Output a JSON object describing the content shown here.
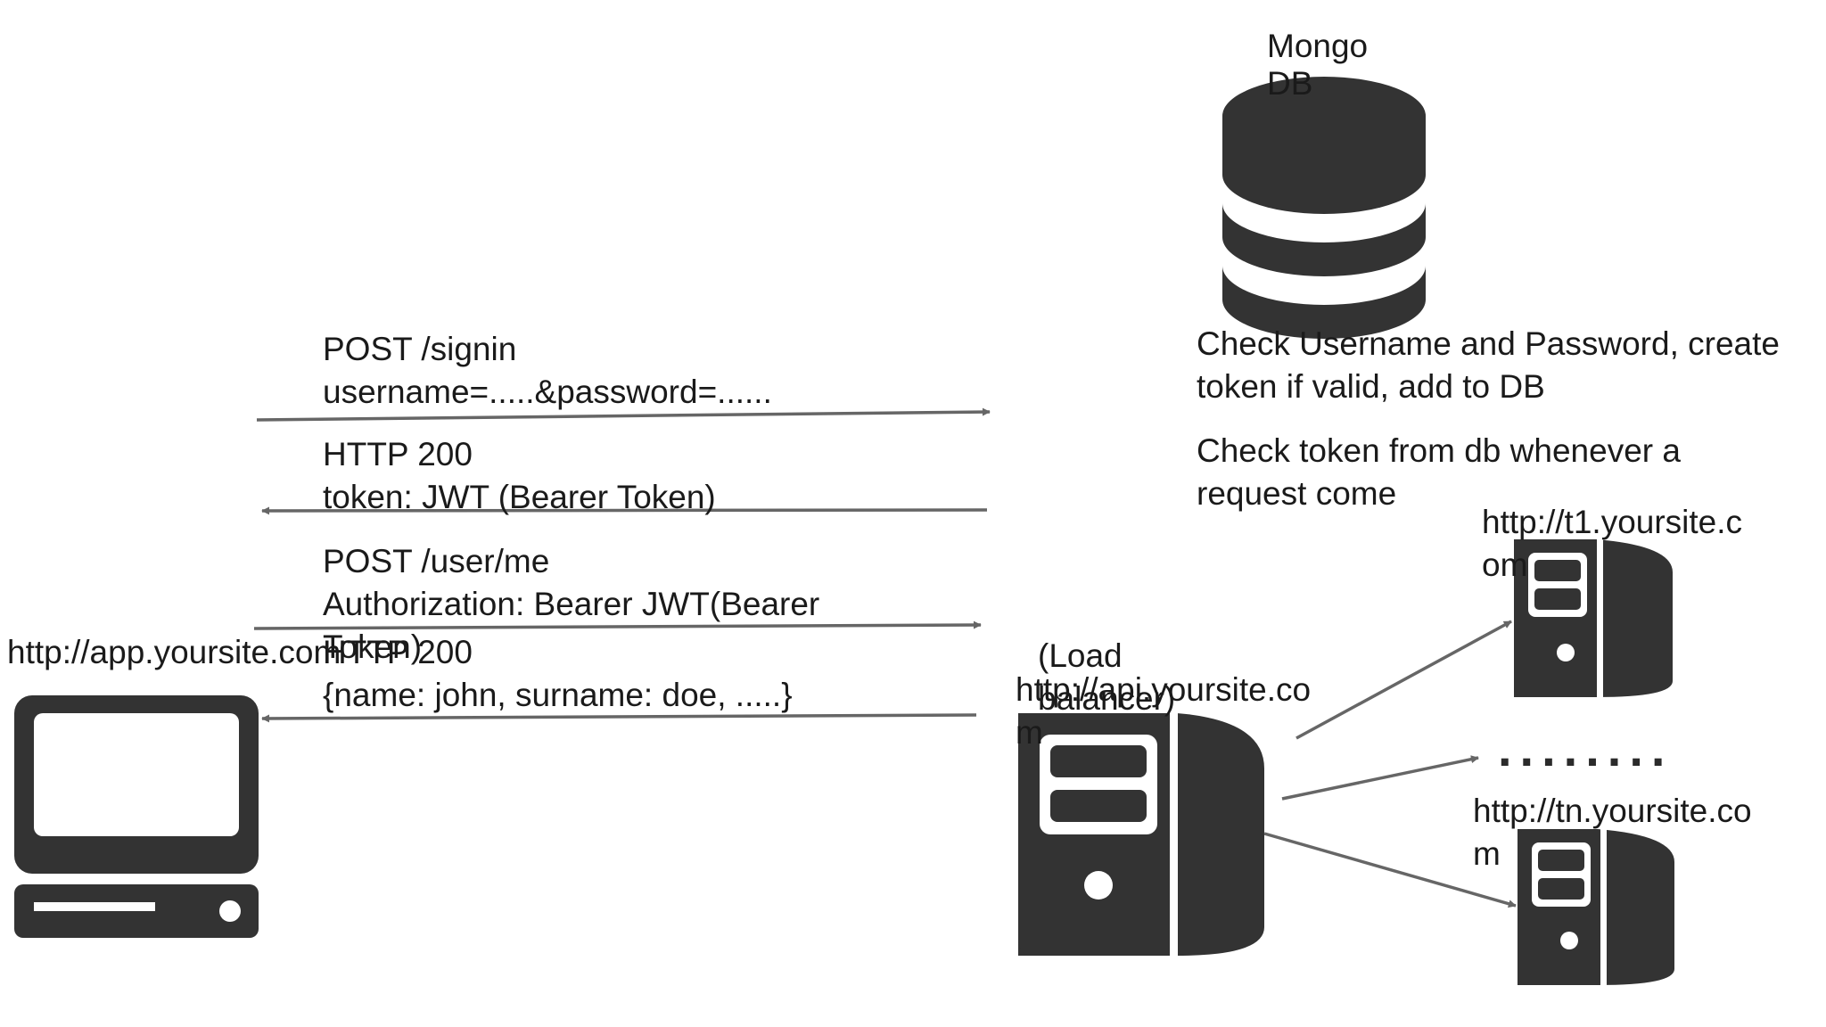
{
  "colors": {
    "icon": "#333333",
    "arrow": "#666666",
    "text": "#1a1a1a",
    "background": "#ffffff"
  },
  "nodes": {
    "database": {
      "icon": "database-icon",
      "label_line1": "Mongo",
      "label_line2": "DB"
    },
    "client": {
      "icon": "desktop-computer-icon",
      "label": "http://app.yoursite.com"
    },
    "load_balancer": {
      "icon": "server-icon",
      "label_url": "http://api.yoursite.com",
      "label_role": "(Load balancer)"
    },
    "backend_1": {
      "icon": "server-icon",
      "label": "http://t1.yoursite.com"
    },
    "backend_n": {
      "icon": "server-icon",
      "label": "http://tn.yoursite.com"
    },
    "ellipsis": "........"
  },
  "notes": {
    "check_credentials": "Check Username and Password, create token if valid, add to DB",
    "check_token": "Check token from db whenever a request come"
  },
  "messages": [
    {
      "line1": "POST /signin",
      "line2": "username=.....&password=......",
      "direction": "to-server"
    },
    {
      "line1": "HTTP 200",
      "line2": "token: JWT (Bearer Token)",
      "direction": "to-client"
    },
    {
      "line1": "POST /user/me",
      "line2": "Authorization: Bearer JWT(Bearer Token)",
      "direction": "to-server"
    },
    {
      "line1": "HTTP 200",
      "line2": "{name: john, surname: doe, .....}",
      "direction": "to-client"
    }
  ]
}
